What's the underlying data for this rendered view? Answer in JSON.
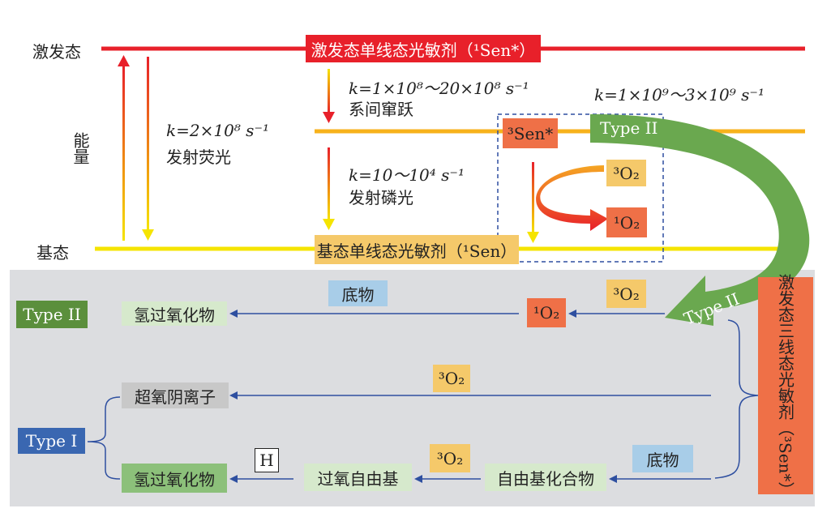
{
  "energy": {
    "excited_label": "激发态",
    "ground_label": "基态",
    "axis_label": "能量",
    "s1_box": "激发态单线态光敏剂（¹Sen*）",
    "s0_box": "基态单线态光敏剂（¹Sen）",
    "fluor_rate": "k=2×10⁸ s⁻¹",
    "fluor_label": "发射荧光",
    "isc_rate": "k=1×10⁸～20×10⁸ s⁻¹",
    "isc_label": "系间窜跃",
    "phos_rate": "k=10～10⁴ s⁻¹",
    "phos_label": "发射磷光",
    "t1_box": "³Sen*",
    "energy_transfer_rate": "k=1×10⁹～3×10⁹ s⁻¹",
    "type2_arrow_top": "Type II",
    "type2_arrow_bottom": "Type II",
    "o2_triplet": "³O₂",
    "o2_singlet": "¹O₂"
  },
  "reactions": {
    "type2_label": "Type II",
    "type1_label": "Type I",
    "triplet_sensitizer": "激发态三线态光敏剂（³Sen*）",
    "row1": {
      "product": "氢过氧化物",
      "substrate": "底物",
      "singlet_o2": "¹O₂",
      "triplet_o2": "³O₂"
    },
    "row2": {
      "product": "超氧阴离子",
      "triplet_o2": "³O₂"
    },
    "row3": {
      "product": "氢过氧化物",
      "h": "H",
      "peroxy": "过氧自由基",
      "triplet_o2": "³O₂",
      "radical": "自由基化合物",
      "substrate": "底物"
    }
  },
  "colors": {
    "red": "#e8202a",
    "orange": "#ef7047",
    "yellow": "#f5e400",
    "amber": "#f7b21b",
    "green": "#6aa84f",
    "blue": "#2e4fa0",
    "panel": "#dcdde0"
  }
}
